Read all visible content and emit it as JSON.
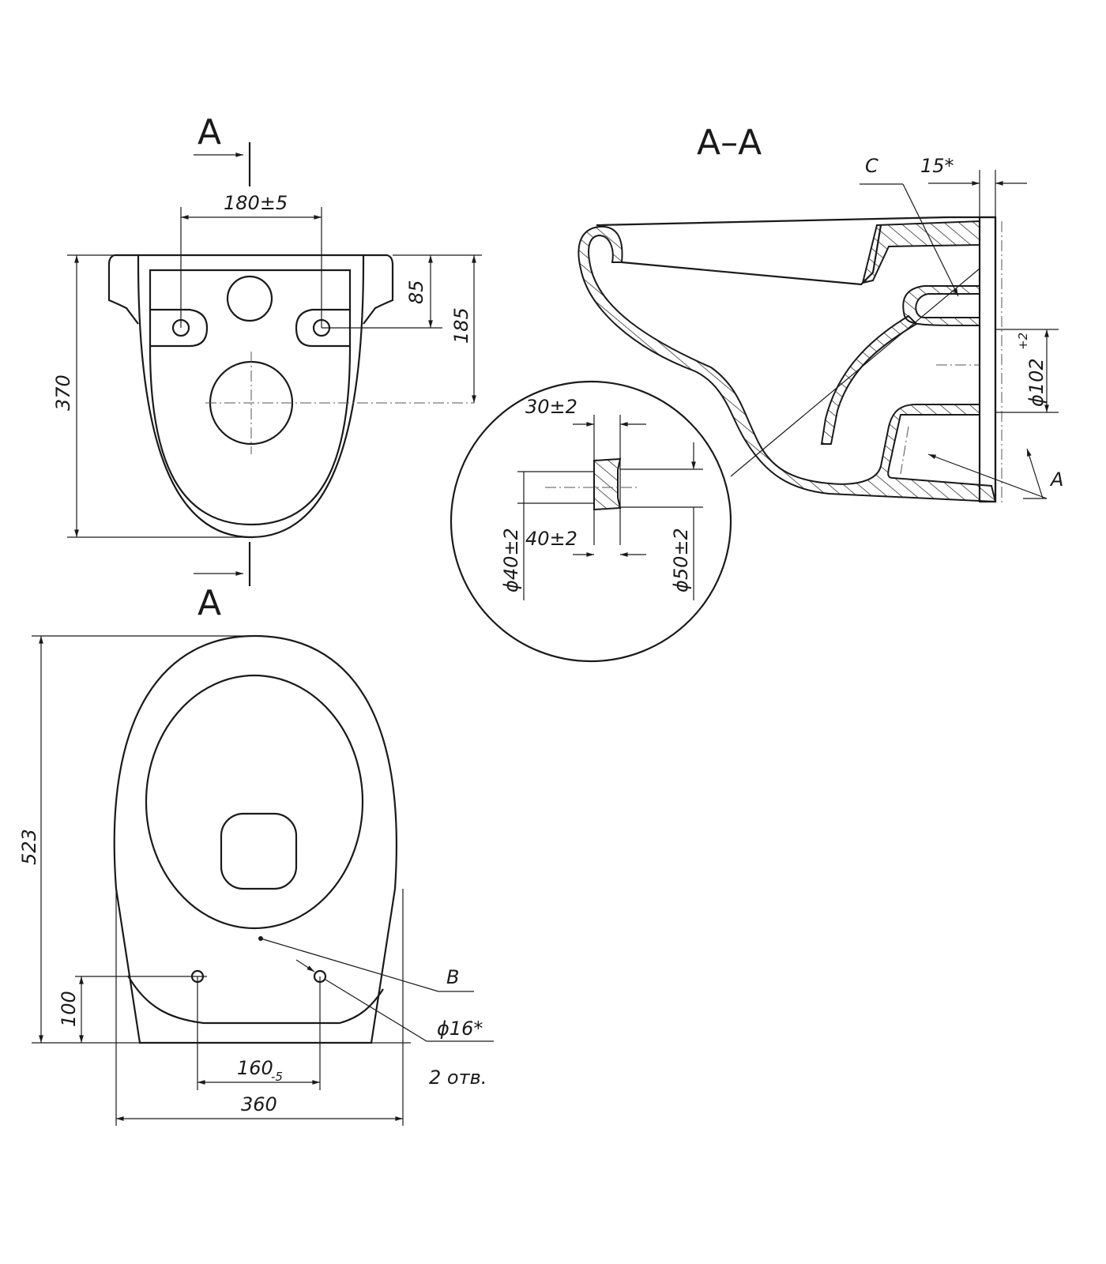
{
  "section_marks": {
    "top": "A",
    "bottom": "A",
    "title": "A–A"
  },
  "rear_view": {
    "dim_holes_spacing": "180±5",
    "dim_85": "85",
    "dim_185": "185",
    "dim_height": "370"
  },
  "section_view": {
    "label_c": "C",
    "dim_15": "15*",
    "dim_outlet": "ϕ102",
    "dim_outlet_tol": "+2",
    "label_a": "A"
  },
  "detail": {
    "dim_30": "30±2",
    "dim_40": "40±2",
    "dim_d40": "ϕ40±2",
    "dim_d50": "ϕ50±2"
  },
  "top_view": {
    "dim_length": "523",
    "dim_100": "100",
    "dim_160": "160",
    "dim_160_tol": "-5",
    "dim_width": "360",
    "label_b": "B",
    "dim_hole": "ϕ16*",
    "hole_count": "2 отв."
  }
}
